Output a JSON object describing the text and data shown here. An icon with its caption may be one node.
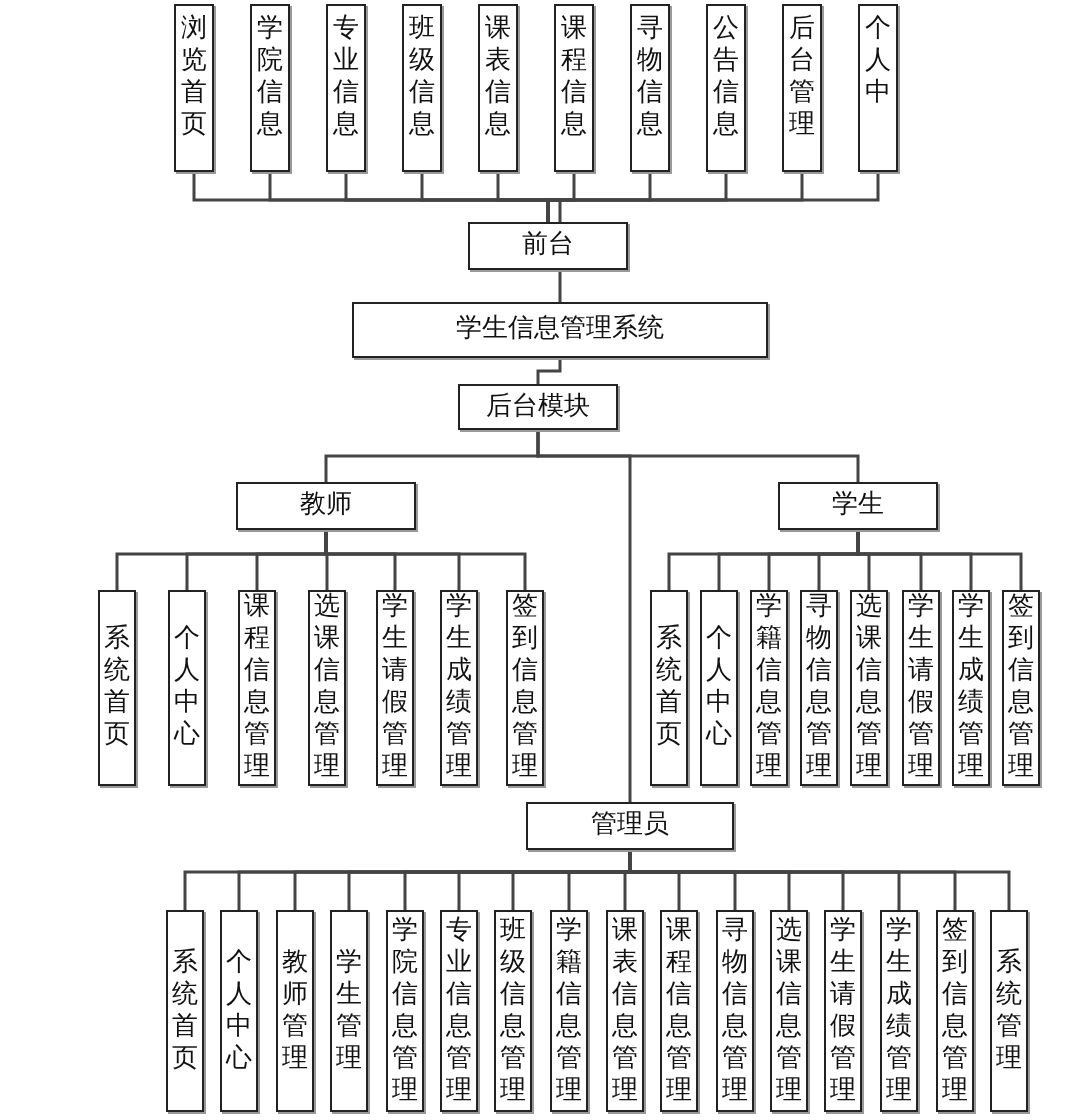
{
  "diagram": {
    "nodes": [
      {
        "text": [
          "浏览首页"
        ]
      },
      {
        "text": [
          "学院信息"
        ]
      },
      {
        "text": [
          "专业信息"
        ]
      },
      {
        "text": [
          "班级信息"
        ]
      },
      {
        "text": [
          "课表信息"
        ]
      },
      {
        "text": [
          "课程信息"
        ]
      },
      {
        "text": [
          "寻物信息"
        ]
      },
      {
        "text": [
          "公告信息"
        ]
      },
      {
        "text": [
          "后台管理"
        ]
      },
      {
        "text": [
          "个人中"
        ]
      },
      {
        "text": [
          "前台"
        ]
      },
      {
        "text": [
          "学生信息管理系统"
        ]
      },
      {
        "text": [
          "后台模块"
        ]
      },
      {
        "text": [
          "教师"
        ]
      },
      {
        "text": [
          "学生"
        ]
      },
      {
        "text": [
          "系统首页"
        ]
      },
      {
        "text": [
          "个人中心"
        ]
      },
      {
        "text": [
          "课程信息管理"
        ]
      },
      {
        "text": [
          "选课信息管理"
        ]
      },
      {
        "text": [
          "学生请假管理"
        ]
      },
      {
        "text": [
          "学生成绩管理"
        ]
      },
      {
        "text": [
          "签到信息管理"
        ]
      },
      {
        "text": [
          "系统首页"
        ]
      },
      {
        "text": [
          "个人中心"
        ]
      },
      {
        "text": [
          "学籍信息管理"
        ]
      },
      {
        "text": [
          "寻物信息管理"
        ]
      },
      {
        "text": [
          "选课信息管理"
        ]
      },
      {
        "text": [
          "学生请假管理"
        ]
      },
      {
        "text": [
          "学生成绩管理"
        ]
      },
      {
        "text": [
          "签到信息管理"
        ]
      },
      {
        "text": [
          "管理员"
        ]
      },
      {
        "text": [
          "系统首页"
        ]
      },
      {
        "text": [
          "个人中心"
        ]
      },
      {
        "text": [
          "教师管理"
        ]
      },
      {
        "text": [
          "学生管理"
        ]
      },
      {
        "text": [
          "学院信息管理"
        ]
      },
      {
        "text": [
          "专业信息管理"
        ]
      },
      {
        "text": [
          "班级信息管理"
        ]
      },
      {
        "text": [
          "学籍信息管理"
        ]
      },
      {
        "text": [
          "课表信息管理"
        ]
      },
      {
        "text": [
          "课程信息管理"
        ]
      },
      {
        "text": [
          "寻物信息管理"
        ]
      },
      {
        "text": [
          "选课信息管理"
        ]
      },
      {
        "text": [
          "学生请假管理"
        ]
      },
      {
        "text": [
          "学生成绩管理"
        ]
      },
      {
        "text": [
          "签到信息管理"
        ]
      },
      {
        "text": [
          "系统管理"
        ]
      }
    ],
    "edges": [
      {
        "from": 10,
        "to": 0,
        "arrow": "none"
      },
      {
        "from": 10,
        "to": 1,
        "arrow": "none"
      },
      {
        "from": 10,
        "to": 2,
        "arrow": "none"
      },
      {
        "from": 10,
        "to": 3,
        "arrow": "none"
      },
      {
        "from": 10,
        "to": 4,
        "arrow": "none"
      },
      {
        "from": 10,
        "to": 5,
        "arrow": "none"
      },
      {
        "from": 10,
        "to": 6,
        "arrow": "none"
      },
      {
        "from": 10,
        "to": 7,
        "arrow": "none"
      },
      {
        "from": 10,
        "to": 8,
        "arrow": "none"
      },
      {
        "from": 10,
        "to": 9,
        "arrow": "none"
      },
      {
        "from": 10,
        "to": 11,
        "arrow": "none"
      },
      {
        "from": 11,
        "to": 12,
        "arrow": "none"
      },
      {
        "from": 12,
        "to": 13,
        "arrow": "none"
      },
      {
        "from": 12,
        "to": 14,
        "arrow": "none"
      },
      {
        "from": 12,
        "to": 30,
        "arrow": "none"
      },
      {
        "from": 13,
        "to": 15,
        "arrow": "none"
      },
      {
        "from": 13,
        "to": 16,
        "arrow": "none"
      },
      {
        "from": 13,
        "to": 17,
        "arrow": "none"
      },
      {
        "from": 13,
        "to": 18,
        "arrow": "none"
      },
      {
        "from": 13,
        "to": 19,
        "arrow": "none"
      },
      {
        "from": 13,
        "to": 20,
        "arrow": "none"
      },
      {
        "from": 13,
        "to": 21,
        "arrow": "none"
      },
      {
        "from": 14,
        "to": 22,
        "arrow": "none"
      },
      {
        "from": 14,
        "to": 23,
        "arrow": "none"
      },
      {
        "from": 14,
        "to": 24,
        "arrow": "none"
      },
      {
        "from": 14,
        "to": 25,
        "arrow": "none"
      },
      {
        "from": 14,
        "to": 26,
        "arrow": "none"
      },
      {
        "from": 14,
        "to": 27,
        "arrow": "none"
      },
      {
        "from": 14,
        "to": 28,
        "arrow": "none"
      },
      {
        "from": 14,
        "to": 29,
        "arrow": "none"
      },
      {
        "from": 30,
        "to": 31,
        "arrow": "none"
      },
      {
        "from": 30,
        "to": 32,
        "arrow": "none"
      },
      {
        "from": 30,
        "to": 33,
        "arrow": "none"
      },
      {
        "from": 30,
        "to": 34,
        "arrow": "none"
      },
      {
        "from": 30,
        "to": 35,
        "arrow": "none"
      },
      {
        "from": 30,
        "to": 36,
        "arrow": "none"
      },
      {
        "from": 30,
        "to": 37,
        "arrow": "none"
      },
      {
        "from": 30,
        "to": 38,
        "arrow": "none"
      },
      {
        "from": 30,
        "to": 39,
        "arrow": "none"
      },
      {
        "from": 30,
        "to": 40,
        "arrow": "none"
      },
      {
        "from": 30,
        "to": 41,
        "arrow": "none"
      },
      {
        "from": 30,
        "to": 42,
        "arrow": "none"
      },
      {
        "from": 30,
        "to": 43,
        "arrow": "none"
      },
      {
        "from": 30,
        "to": 44,
        "arrow": "none"
      },
      {
        "from": 30,
        "to": 45,
        "arrow": "none"
      },
      {
        "from": 30,
        "to": 46,
        "arrow": "none"
      }
    ]
  }
}
